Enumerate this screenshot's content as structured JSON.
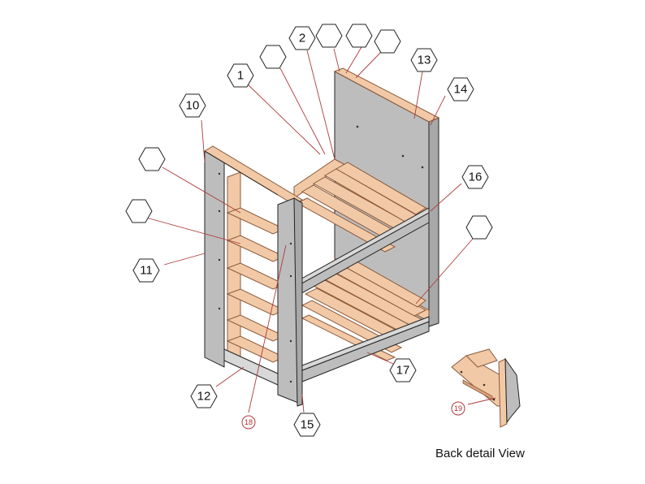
{
  "caption": "Back detail View",
  "colors": {
    "panel": "#bdbdbd",
    "panel_dark": "#a8a8a8",
    "wood": "#f2c9a6",
    "wood_dark": "#d9a27c",
    "wood_edge": "#8a5a3c",
    "leader": "#b03a3a",
    "outline": "#222222"
  },
  "callouts": [
    {
      "id": "c1",
      "label": "1"
    },
    {
      "id": "c2",
      "label": "2"
    },
    {
      "id": "c3",
      "label": ""
    },
    {
      "id": "c4",
      "label": ""
    },
    {
      "id": "c5",
      "label": ""
    },
    {
      "id": "c6",
      "label": ""
    },
    {
      "id": "c10",
      "label": "10"
    },
    {
      "id": "c11",
      "label": "11"
    },
    {
      "id": "c12",
      "label": "12"
    },
    {
      "id": "c13",
      "label": "13"
    },
    {
      "id": "c14",
      "label": "14"
    },
    {
      "id": "c15",
      "label": "15"
    },
    {
      "id": "c16",
      "label": "16"
    },
    {
      "id": "c17",
      "label": "17"
    },
    {
      "id": "c7",
      "label": ""
    },
    {
      "id": "c8",
      "label": ""
    },
    {
      "id": "c9",
      "label": ""
    }
  ],
  "small_callouts": [
    {
      "id": "s18",
      "label": "18"
    },
    {
      "id": "s19",
      "label": "19"
    }
  ]
}
